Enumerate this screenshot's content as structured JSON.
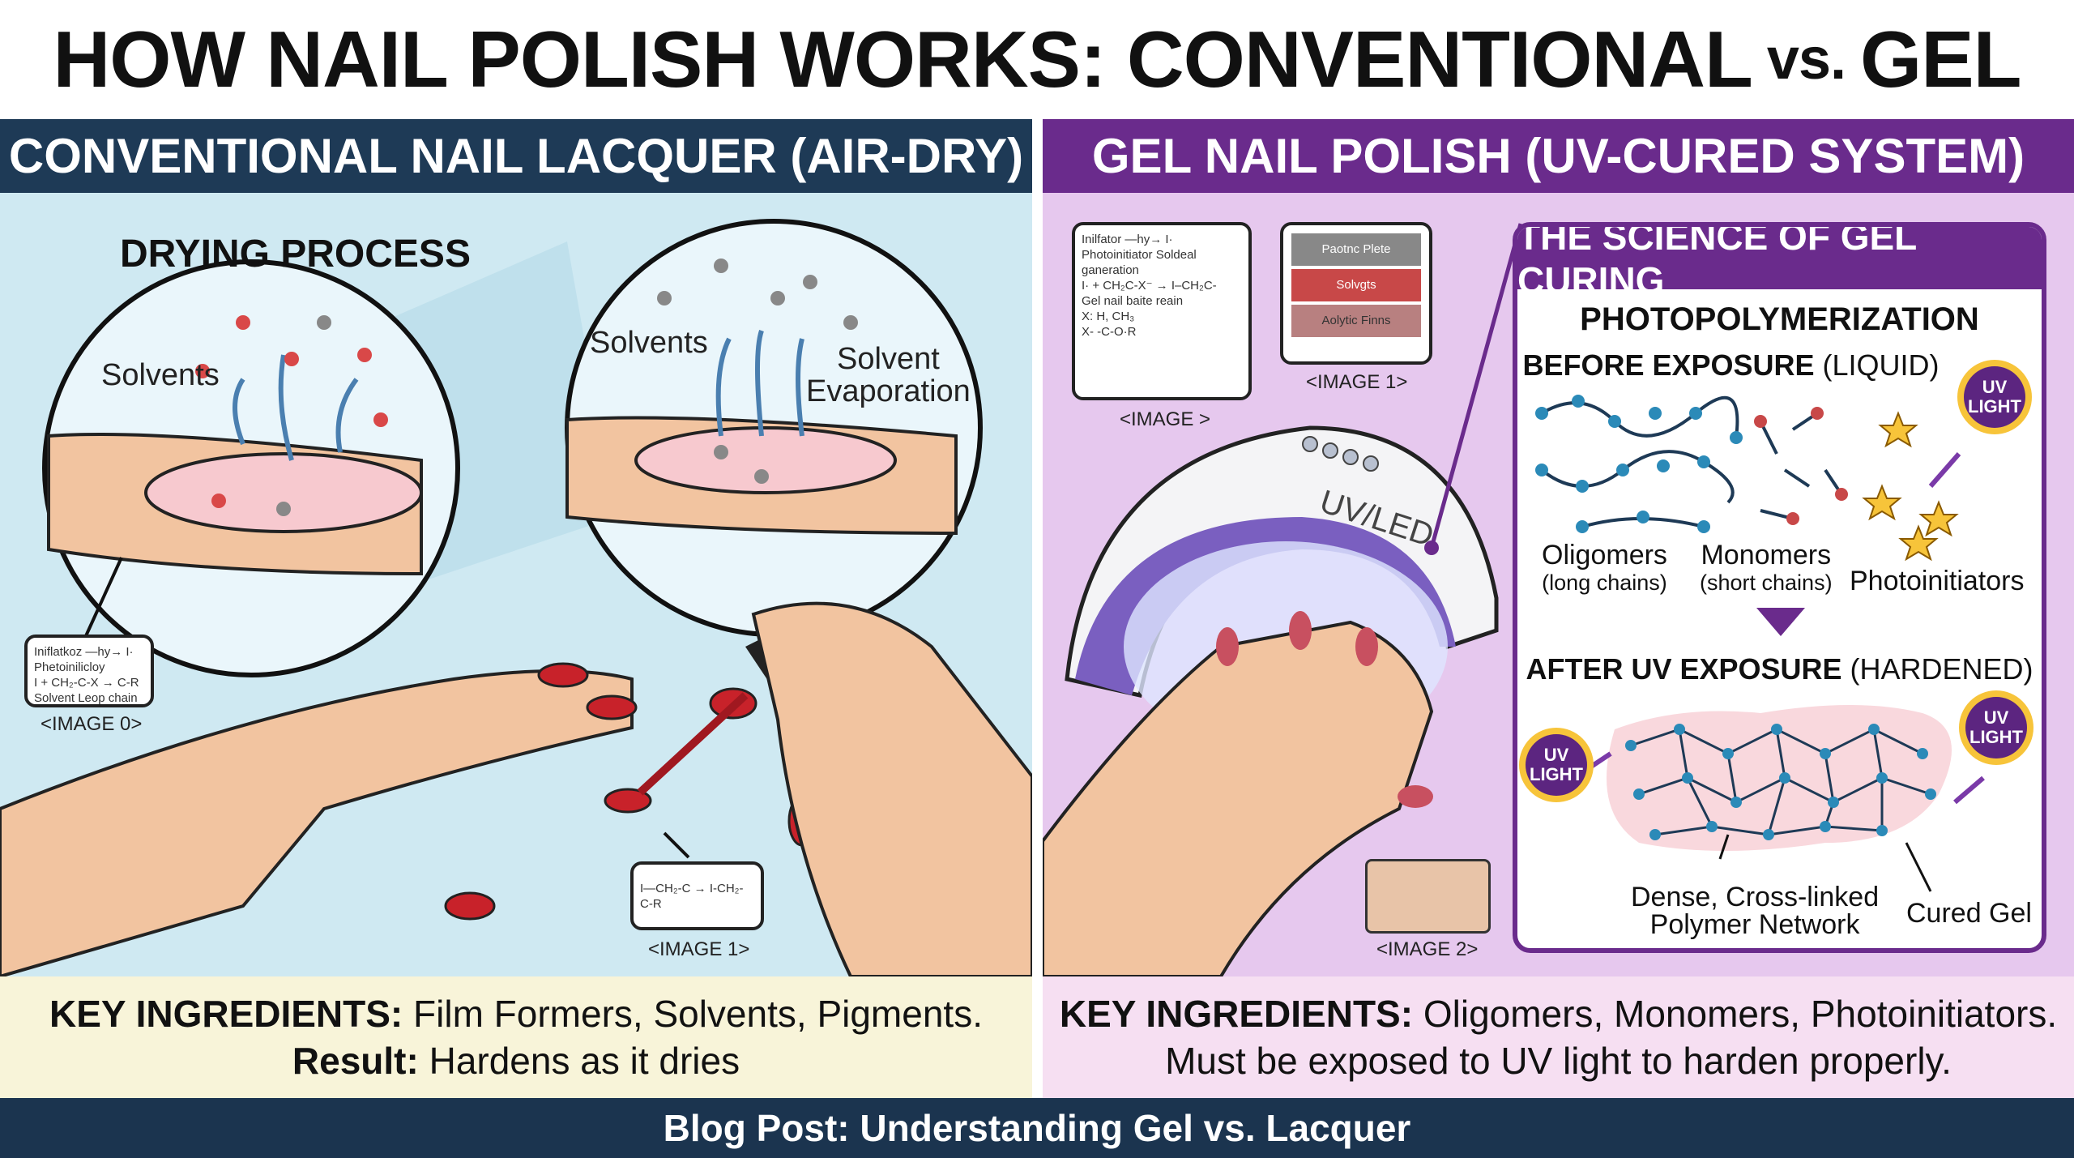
{
  "title": {
    "main": "HOW NAIL POLISH WORKS: CONVENTIONAL",
    "vs": "vs.",
    "end": "GEL"
  },
  "left": {
    "header": "CONVENTIONAL NAIL LACQUER (AIR-DRY)",
    "drying_title": "DRYING PROCESS",
    "solvents_label": "Solvents",
    "zoom_solvents_label": "Solvents",
    "evaporation_label": "Solvent\nEvaporation",
    "image0": {
      "caption": "<IMAGE 0>",
      "lines": [
        "Iniflatkoz —hy→ I·",
        "Phetoinilicloy",
        "I + CH₂-C-X → C-R",
        "Solvent Leop chain"
      ]
    },
    "image1": {
      "caption": "<IMAGE 1>",
      "lines": [
        "I—CH₂-C → I-CH₂-C-R"
      ]
    },
    "key_label": "KEY INGREDIENTS:",
    "key_text": " Film Formers, Solvents, Pigments.",
    "result_label": "Result:",
    "result_text": " Hardens as it dries"
  },
  "right": {
    "header": "GEL NAIL POLISH (UV-CURED SYSTEM)",
    "image": {
      "caption": "<IMAGE >",
      "lines": [
        "Inilfator —hy→ I·",
        "Photoinitiator   Soldeal ganeration",
        "I· + CH₂C-X⁻ → I–CH₂C-",
        "Gel nail baite reain",
        "X: H, CH₃",
        "X- -C-O·R"
      ]
    },
    "image1": {
      "caption": "<IMAGE 1>",
      "layers": [
        "Paotnc Plete",
        "Solvgts",
        "Aolytic Finns"
      ]
    },
    "image2": {
      "caption": "<IMAGE 2>"
    },
    "lamp_label": "UV/LED",
    "science": {
      "header": "THE SCIENCE OF GEL CURING",
      "subtitle": "PHOTOPOLYMERIZATION",
      "before_bold": "BEFORE EXPOSURE",
      "before_rest": " (LIQUID)",
      "oligomers": "Oligomers",
      "oligomers_sub": "(long chains)",
      "monomers": "Monomers",
      "monomers_sub": "(short chains)",
      "photoinitiators": "Photoinitiators",
      "after_bold": "AFTER UV EXPOSURE",
      "after_rest": " (HARDENED)",
      "uv_light": "UV LIGHT",
      "network_label": "Dense, Cross-linked\nPolymer Network",
      "cured_label": "Cured Gel"
    },
    "key_label": "KEY INGREDIENTS:",
    "key_text": " Oligomers, Monomers, Photoinitiators.",
    "line2": "Must be exposed to UV light to harden properly."
  },
  "footer": "Blog Post: Understanding Gel vs. Lacquer",
  "colors": {
    "navy": "#1e3a56",
    "purple": "#6a2b8c",
    "nail_red": "#c8222a",
    "skin": "#f2c4a0"
  }
}
